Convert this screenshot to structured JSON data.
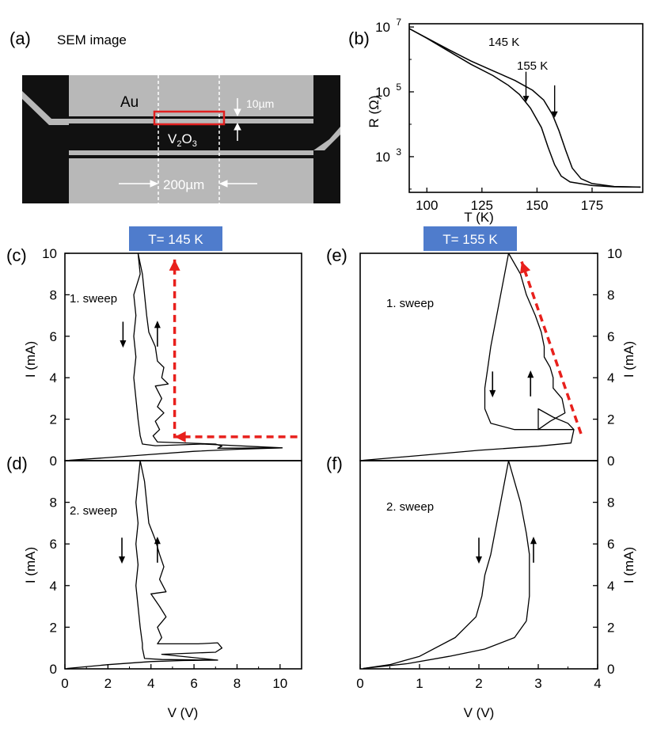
{
  "panel_labels": [
    "(a)",
    "(b)",
    "(c)",
    "(d)",
    "(e)",
    "(f)"
  ],
  "sem": {
    "title": "SEM image",
    "au_label": "Au",
    "v2o3_label": {
      "base1": "V",
      "sub1": "2",
      "base2": "O",
      "sub2": "3"
    },
    "gap_label": "10µm",
    "width_label": "200µm",
    "colors": {
      "frame": "#111111",
      "metal": "#b8b8b8",
      "dashed": "#ffffff",
      "highlight": "#e02020"
    }
  },
  "temp_labels": {
    "left": "T= 145 K",
    "right": "T= 155 K",
    "box_color": "#4f7ccc"
  },
  "sweep_labels": {
    "first": "1. sweep",
    "second": "2. sweep"
  },
  "colors": {
    "curve": "#000000",
    "red_arrow": "#e8201c"
  },
  "chart_data": [
    {
      "id": "b",
      "type": "line",
      "xlabel": "T (K)",
      "ylabel": "R (Ω)",
      "yscale": "log",
      "xlim": [
        92,
        198
      ],
      "ylim_log10": [
        1.9,
        7.1
      ],
      "xticks": [
        100,
        125,
        150,
        175
      ],
      "yticks": [
        {
          "base": "10",
          "exp": "3",
          "v": 3
        },
        {
          "base": "10",
          "exp": "5",
          "v": 5
        },
        {
          "base": "10",
          "exp": "7",
          "v": 7
        }
      ],
      "annotations": [
        {
          "text": "145 K",
          "x": 145
        },
        {
          "text": "155 K",
          "x": 158
        }
      ],
      "series": [
        {
          "points": [
            [
              92,
              6.95
            ],
            [
              100,
              6.65
            ],
            [
              110,
              6.25
            ],
            [
              120,
              5.85
            ],
            [
              130,
              5.5
            ],
            [
              137,
              5.2
            ],
            [
              142,
              4.92
            ],
            [
              147,
              4.5
            ],
            [
              152,
              3.9
            ],
            [
              155,
              3.3
            ],
            [
              158,
              2.75
            ],
            [
              161,
              2.4
            ],
            [
              165,
              2.22
            ],
            [
              175,
              2.11
            ],
            [
              185,
              2.07
            ],
            [
              197,
              2.06
            ]
          ]
        },
        {
          "points": [
            [
              92,
              6.95
            ],
            [
              100,
              6.66
            ],
            [
              110,
              6.3
            ],
            [
              120,
              5.95
            ],
            [
              130,
              5.65
            ],
            [
              140,
              5.35
            ],
            [
              148,
              5.05
            ],
            [
              153,
              4.75
            ],
            [
              157,
              4.3
            ],
            [
              160,
              3.8
            ],
            [
              163,
              3.2
            ],
            [
              166,
              2.65
            ],
            [
              170,
              2.32
            ],
            [
              175,
              2.17
            ],
            [
              185,
              2.08
            ],
            [
              197,
              2.06
            ]
          ]
        }
      ]
    },
    {
      "id": "c",
      "type": "line",
      "temperature": "145 K",
      "sweep": "1. sweep",
      "ylabel": "I (mA)",
      "xlim": [
        0,
        11
      ],
      "ylim": [
        0,
        10
      ],
      "yticks": [
        0,
        2,
        4,
        6,
        8,
        10
      ],
      "series": [
        {
          "points": [
            [
              0.2,
              0.02
            ],
            [
              2,
              0.15
            ],
            [
              4,
              0.3
            ],
            [
              6,
              0.45
            ],
            [
              8,
              0.55
            ],
            [
              10.1,
              0.62
            ],
            [
              6.4,
              0.8
            ],
            [
              5,
              0.75
            ],
            [
              4.2,
              0.72
            ],
            [
              3.6,
              0.8
            ],
            [
              3.5,
              1.2
            ],
            [
              3.4,
              2.0
            ],
            [
              3.3,
              3.0
            ],
            [
              3.2,
              4.0
            ],
            [
              3.3,
              5.0
            ],
            [
              3.2,
              6.0
            ],
            [
              3.3,
              7.0
            ],
            [
              3.2,
              8.0
            ],
            [
              3.5,
              9.0
            ],
            [
              3.4,
              10
            ]
          ]
        },
        {
          "points": [
            [
              3.4,
              10
            ],
            [
              3.6,
              9.0
            ],
            [
              3.7,
              8.0
            ],
            [
              3.8,
              7.0
            ],
            [
              3.9,
              6.2
            ],
            [
              4.2,
              5.5
            ],
            [
              4.3,
              4.8
            ],
            [
              4.6,
              4.5
            ],
            [
              4.5,
              4.0
            ],
            [
              4.8,
              3.7
            ],
            [
              4.2,
              3.6
            ],
            [
              4.5,
              3.0
            ],
            [
              4.3,
              2.6
            ],
            [
              4.6,
              2.3
            ],
            [
              4.2,
              1.9
            ],
            [
              4.4,
              1.5
            ],
            [
              4.1,
              1.2
            ],
            [
              4.3,
              0.9
            ],
            [
              7,
              0.8
            ],
            [
              7.3,
              0.7
            ],
            [
              7.1,
              0.6
            ],
            [
              10.1,
              0.62
            ]
          ]
        }
      ],
      "red_path": [
        [
          10.8,
          1.15
        ],
        [
          5.1,
          1.15
        ],
        [
          5.1,
          9.7
        ]
      ]
    },
    {
      "id": "d",
      "type": "line",
      "temperature": "145 K",
      "sweep": "2. sweep",
      "xlabel": "V (V)",
      "ylabel": "I (mA)",
      "xlim": [
        0,
        11
      ],
      "ylim": [
        0,
        10
      ],
      "xticks": [
        0,
        2,
        4,
        6,
        8,
        10
      ],
      "yticks": [
        0,
        2,
        4,
        6,
        8
      ],
      "series": [
        {
          "points": [
            [
              0.1,
              0.02
            ],
            [
              2,
              0.2
            ],
            [
              4,
              0.35
            ],
            [
              5.5,
              0.4
            ],
            [
              7.1,
              0.42
            ],
            [
              4.5,
              0.45
            ],
            [
              3.7,
              0.5
            ],
            [
              3.6,
              1.0
            ],
            [
              3.6,
              1.2
            ],
            [
              3.5,
              2.0
            ],
            [
              3.4,
              3.0
            ],
            [
              3.3,
              4.0
            ],
            [
              3.4,
              5.0
            ],
            [
              3.3,
              6.0
            ],
            [
              3.4,
              7.0
            ],
            [
              3.3,
              8.0
            ],
            [
              3.4,
              9.0
            ],
            [
              3.5,
              10
            ]
          ]
        },
        {
          "points": [
            [
              3.5,
              10
            ],
            [
              3.7,
              9.0
            ],
            [
              3.8,
              8.0
            ],
            [
              3.9,
              7.0
            ],
            [
              4.2,
              6.2
            ],
            [
              4.4,
              5.5
            ],
            [
              4.6,
              4.9
            ],
            [
              4.4,
              4.3
            ],
            [
              4.7,
              3.7
            ],
            [
              4.0,
              3.6
            ],
            [
              4.4,
              3.0
            ],
            [
              4.7,
              2.5
            ],
            [
              4.3,
              2.0
            ],
            [
              4.5,
              1.5
            ],
            [
              4.3,
              1.2
            ],
            [
              6.2,
              1.2
            ],
            [
              7.1,
              1.25
            ],
            [
              7.3,
              1.0
            ],
            [
              7.0,
              0.8
            ],
            [
              4.5,
              0.7
            ],
            [
              7.1,
              0.42
            ]
          ]
        }
      ]
    },
    {
      "id": "e",
      "type": "line",
      "temperature": "155 K",
      "sweep": "1. sweep",
      "ylabel": "I (mA)",
      "xlim": [
        0,
        4
      ],
      "ylim": [
        0,
        10
      ],
      "yticks": [
        0,
        2,
        4,
        6,
        8,
        10
      ],
      "series": [
        {
          "points": [
            [
              0.05,
              0.02
            ],
            [
              1,
              0.25
            ],
            [
              2,
              0.5
            ],
            [
              3,
              0.7
            ],
            [
              3.55,
              0.85
            ],
            [
              3.6,
              1.5
            ],
            [
              3.3,
              1.5
            ],
            [
              2.6,
              1.5
            ],
            [
              2.2,
              1.8
            ],
            [
              2.1,
              2.5
            ],
            [
              2.1,
              3.5
            ],
            [
              2.15,
              4.5
            ],
            [
              2.2,
              5.5
            ],
            [
              2.3,
              7.0
            ],
            [
              2.4,
              8.5
            ],
            [
              2.5,
              10
            ]
          ]
        },
        {
          "points": [
            [
              2.5,
              10
            ],
            [
              2.7,
              9.0
            ],
            [
              2.8,
              8.0
            ],
            [
              2.95,
              7.0
            ],
            [
              3.05,
              6.2
            ],
            [
              3.1,
              5.5
            ],
            [
              3.1,
              5.0
            ],
            [
              3.2,
              4.5
            ],
            [
              3.25,
              4.0
            ],
            [
              3.25,
              3.5
            ],
            [
              3.4,
              3.0
            ],
            [
              3.45,
              2.3
            ],
            [
              3.2,
              1.9
            ],
            [
              3.0,
              1.5
            ],
            [
              3.0,
              2.5
            ],
            [
              3.25,
              2.1
            ],
            [
              3.5,
              1.8
            ],
            [
              3.6,
              1.5
            ]
          ]
        }
      ],
      "red_path": [
        [
          3.72,
          1.3
        ],
        [
          2.72,
          9.6
        ]
      ]
    },
    {
      "id": "f",
      "type": "line",
      "temperature": "155 K",
      "sweep": "2. sweep",
      "xlabel": "V (V)",
      "ylabel": "I (mA)",
      "xlim": [
        0,
        4
      ],
      "ylim": [
        0,
        10
      ],
      "xticks": [
        0,
        1,
        2,
        3,
        4
      ],
      "yticks": [
        0,
        2,
        4,
        6,
        8
      ],
      "series": [
        {
          "points": [
            [
              0.05,
              0.02
            ],
            [
              0.8,
              0.25
            ],
            [
              1.5,
              0.6
            ],
            [
              2.1,
              0.95
            ],
            [
              2.6,
              1.5
            ],
            [
              2.8,
              2.3
            ]
          ]
        },
        {
          "points": [
            [
              2.8,
              2.3
            ],
            [
              2.85,
              3.5
            ],
            [
              2.85,
              4.5
            ],
            [
              2.85,
              5.5
            ],
            [
              2.8,
              6.5
            ],
            [
              2.7,
              8.0
            ],
            [
              2.6,
              9.0
            ],
            [
              2.5,
              10
            ],
            [
              2.4,
              8.5
            ],
            [
              2.3,
              7.0
            ],
            [
              2.2,
              5.5
            ],
            [
              2.1,
              4.5
            ],
            [
              2.05,
              3.5
            ],
            [
              1.95,
              2.5
            ],
            [
              1.6,
              1.5
            ],
            [
              1.0,
              0.6
            ],
            [
              0.5,
              0.2
            ],
            [
              0.05,
              0.02
            ]
          ]
        }
      ]
    }
  ]
}
